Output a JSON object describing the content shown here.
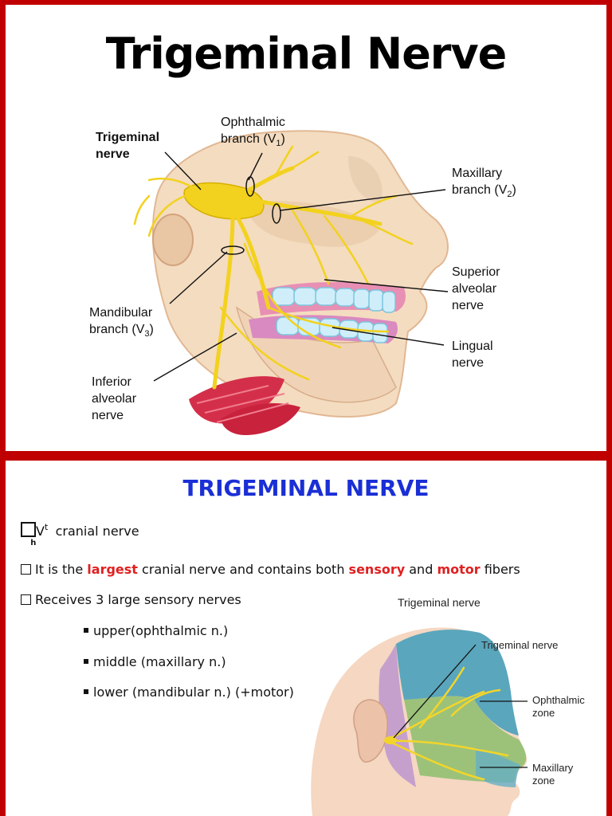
{
  "slide1": {
    "title": "Trigeminal Nerve",
    "labels": {
      "trigeminal_1": "Trigeminal",
      "trigeminal_2": "nerve",
      "ophthalmic_1": "Ophthalmic",
      "ophthalmic_2": "branch (V",
      "ophthalmic_sub": "1",
      "ophthalmic_end": ")",
      "maxillary_1": "Maxillary",
      "maxillary_2": "branch (V",
      "maxillary_sub": "2",
      "maxillary_end": ")",
      "superior_1": "Superior",
      "superior_2": "alveolar",
      "superior_3": "nerve",
      "mandibular_1": "Mandibular",
      "mandibular_2": "branch (V",
      "mandibular_sub": "3",
      "mandibular_end": ")",
      "lingual_1": "Lingual",
      "lingual_2": "nerve",
      "inferior_1": "Inferior",
      "inferior_2": "alveolar",
      "inferior_3": "nerve"
    }
  },
  "slide2": {
    "title": "TRIGEMINAL NERVE",
    "line1": {
      "v": "V",
      "sup": "t",
      "sub": "h",
      "rest": "cranial nerve"
    },
    "line2": {
      "a": "It is the ",
      "largest": "largest",
      "b": " cranial nerve and contains both ",
      "sensory": "sensory",
      "c": " and ",
      "motor": "motor",
      "d": " fibers"
    },
    "line3": "Receives 3 large sensory nerves",
    "bullets": [
      "upper(ophthalmic n.)",
      "middle (maxillary n.)",
      "lower (mandibular n.) (+motor)"
    ],
    "figure": {
      "title": "Trigeminal nerve",
      "label_nerve": "Trigeminal nerve",
      "label_ophthalmic_1": "Ophthalmic",
      "label_ophthalmic_2": "zone",
      "label_maxillary_1": "Maxillary",
      "label_maxillary_2": "zone"
    }
  },
  "colors": {
    "frame": "#c00000",
    "title_blue": "#1a2fd6",
    "highlight_red": "#e02020",
    "nerve_yellow": "#f2d21e"
  }
}
